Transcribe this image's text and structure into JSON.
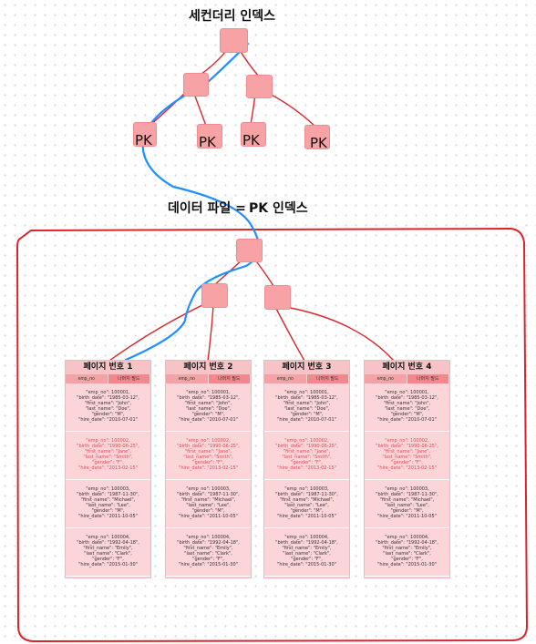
{
  "labels": {
    "secondary_index": "세컨더리 인덱스",
    "data_file": "데이터 파일 =",
    "pk_index": "PK 인덱스"
  },
  "leaf_label": "PK",
  "colors": {
    "node": "#f7a3a6",
    "edge": "#d8262b",
    "search_path": "#1e90ff",
    "frame": "#d8262b",
    "page_bg": "#fbd5d7"
  },
  "pages": [
    {
      "title": "페이지 번호 1",
      "columns": [
        "emp_no",
        "나머지 필드"
      ],
      "records": [
        {
          "lines": [
            "\"emp_no\": 100001,",
            "\"birth_date\": \"1985-03-12\",",
            "\"first_name\": \"John\",",
            "\"last_name\": \"Doe\",",
            "\"gender\": \"M\",",
            "\"hire_date\": \"2010-07-01\""
          ]
        },
        {
          "lines": [
            "\"emp_no\": 100002,",
            "\"birth_date\": \"1990-06-25\",",
            "\"first_name\": \"Jane\",",
            "\"last_name\": \"Smith\",",
            "\"gender\": \"F\",",
            "\"hire_date\": \"2013-02-15\""
          ]
        },
        {
          "lines": [
            "\"emp_no\": 100003,",
            "\"birth_date\": \"1987-11-30\",",
            "\"first_name\": \"Michael\",",
            "\"last_name\": \"Lee\",",
            "\"gender\": \"M\",",
            "\"hire_date\": \"2011-10-05\""
          ]
        },
        {
          "lines": [
            "\"emp_no\": 100004,",
            "\"birth_date\": \"1992-04-18\",",
            "\"first_name\": \"Emily\",",
            "\"last_name\": \"Clark\",",
            "\"gender\": \"F\",",
            "\"hire_date\": \"2015-01-30\""
          ]
        }
      ]
    },
    {
      "title": "페이지 번호 2",
      "columns": [
        "emp_no",
        "나머지 필드"
      ],
      "records": [
        {
          "lines": [
            "\"emp_no\": 100001,",
            "\"birth_date\": \"1985-03-12\",",
            "\"first_name\": \"John\",",
            "\"last_name\": \"Doe\",",
            "\"gender\": \"M\",",
            "\"hire_date\": \"2010-07-01\""
          ]
        },
        {
          "lines": [
            "\"emp_no\": 100002,",
            "\"birth_date\": \"1990-06-25\",",
            "\"first_name\": \"Jane\",",
            "\"last_name\": \"Smith\",",
            "\"gender\": \"F\",",
            "\"hire_date\": \"2013-02-15\""
          ]
        },
        {
          "lines": [
            "\"emp_no\": 100003,",
            "\"birth_date\": \"1987-11-30\",",
            "\"first_name\": \"Michael\",",
            "\"last_name\": \"Lee\",",
            "\"gender\": \"M\",",
            "\"hire_date\": \"2011-10-05\""
          ]
        },
        {
          "lines": [
            "\"emp_no\": 100004,",
            "\"birth_date\": \"1992-04-18\",",
            "\"first_name\": \"Emily\",",
            "\"last_name\": \"Clark\",",
            "\"gender\": \"F\",",
            "\"hire_date\": \"2015-01-30\""
          ]
        }
      ]
    },
    {
      "title": "페이지 번호 3",
      "columns": [
        "emp_no",
        "나머지 필드"
      ],
      "records": [
        {
          "lines": [
            "\"emp_no\": 100001,",
            "\"birth_date\": \"1985-03-12\",",
            "\"first_name\": \"John\",",
            "\"last_name\": \"Doe\",",
            "\"gender\": \"M\",",
            "\"hire_date\": \"2010-07-01\""
          ]
        },
        {
          "lines": [
            "\"emp_no\": 100002,",
            "\"birth_date\": \"1990-06-25\",",
            "\"first_name\": \"Jane\",",
            "\"last_name\": \"Smith\",",
            "\"gender\": \"F\",",
            "\"hire_date\": \"2013-02-15\""
          ]
        },
        {
          "lines": [
            "\"emp_no\": 100003,",
            "\"birth_date\": \"1987-11-30\",",
            "\"first_name\": \"Michael\",",
            "\"last_name\": \"Lee\",",
            "\"gender\": \"M\",",
            "\"hire_date\": \"2011-10-05\""
          ]
        },
        {
          "lines": [
            "\"emp_no\": 100004,",
            "\"birth_date\": \"1992-04-18\",",
            "\"first_name\": \"Emily\",",
            "\"last_name\": \"Clark\",",
            "\"gender\": \"F\",",
            "\"hire_date\": \"2015-01-30\""
          ]
        }
      ]
    },
    {
      "title": "페이지 번호 4",
      "columns": [
        "emp_no",
        "나머지 필드"
      ],
      "records": [
        {
          "lines": [
            "\"emp_no\": 100001,",
            "\"birth_date\": \"1985-03-12\",",
            "\"first_name\": \"John\",",
            "\"last_name\": \"Doe\",",
            "\"gender\": \"M\",",
            "\"hire_date\": \"2010-07-01\""
          ]
        },
        {
          "lines": [
            "\"emp_no\": 100002,",
            "\"birth_date\": \"1990-06-25\",",
            "\"first_name\": \"Jane\",",
            "\"last_name\": \"Smith\",",
            "\"gender\": \"F\",",
            "\"hire_date\": \"2013-02-15\""
          ]
        },
        {
          "lines": [
            "\"emp_no\": 100003,",
            "\"birth_date\": \"1987-11-30\",",
            "\"first_name\": \"Michael\",",
            "\"last_name\": \"Lee\",",
            "\"gender\": \"M\",",
            "\"hire_date\": \"2011-10-05\""
          ]
        },
        {
          "lines": [
            "\"emp_no\": 100004,",
            "\"birth_date\": \"1992-04-18\",",
            "\"first_name\": \"Emily\",",
            "\"last_name\": \"Clark\",",
            "\"gender\": \"F\",",
            "\"hire_date\": \"2015-01-30\""
          ]
        }
      ]
    }
  ]
}
